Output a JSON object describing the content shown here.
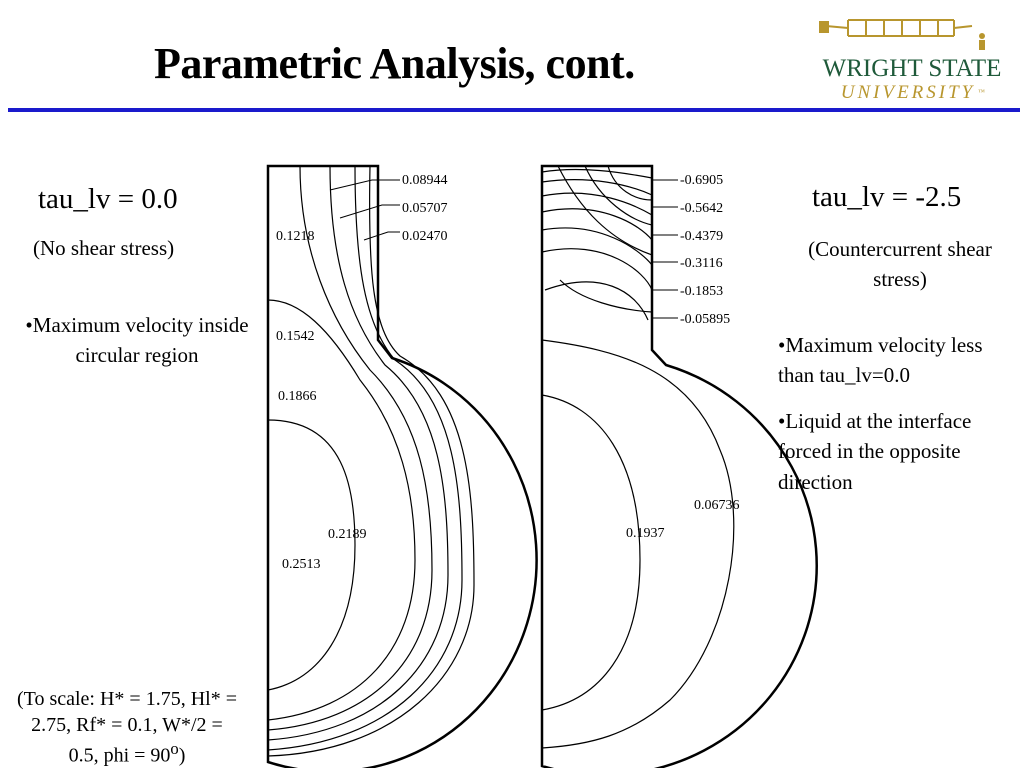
{
  "slide": {
    "title": "Parametric Analysis, cont."
  },
  "logo": {
    "line1": "WRIGHT STATE",
    "line2": "UNIVERSITY",
    "tm": "™",
    "colors": {
      "green": "#1f5a3a",
      "gold": "#b8962e"
    }
  },
  "left_panel": {
    "heading": "tau_lv = 0.0",
    "subheading": "(No shear stress)",
    "bullet": "•Maximum velocity inside circular region",
    "contour_labels": [
      "0.08944",
      "0.05707",
      "0.02470",
      "0.1218",
      "0.1542",
      "0.1866",
      "0.2189",
      "0.2513"
    ]
  },
  "right_panel": {
    "heading": "tau_lv = -2.5",
    "subheading": "(Countercurrent shear stress)",
    "bullets": [
      "•Maximum velocity less than tau_lv=0.0",
      "•Liquid at the interface forced in the opposite direction"
    ],
    "contour_labels": [
      "-0.6905",
      "-0.5642",
      "-0.4379",
      "-0.3116",
      "-0.1853",
      "-0.05895",
      "0.06736",
      "0.1937"
    ]
  },
  "scale_note": {
    "prefix": "(To scale: H* = 1.75, Hl* = 2.75, Rf* = 0.1, W*/2 = 0.5, phi = 90",
    "superscript": "o",
    "suffix": ")"
  },
  "colors": {
    "rule": "#1a1acc",
    "ink": "#000000"
  }
}
